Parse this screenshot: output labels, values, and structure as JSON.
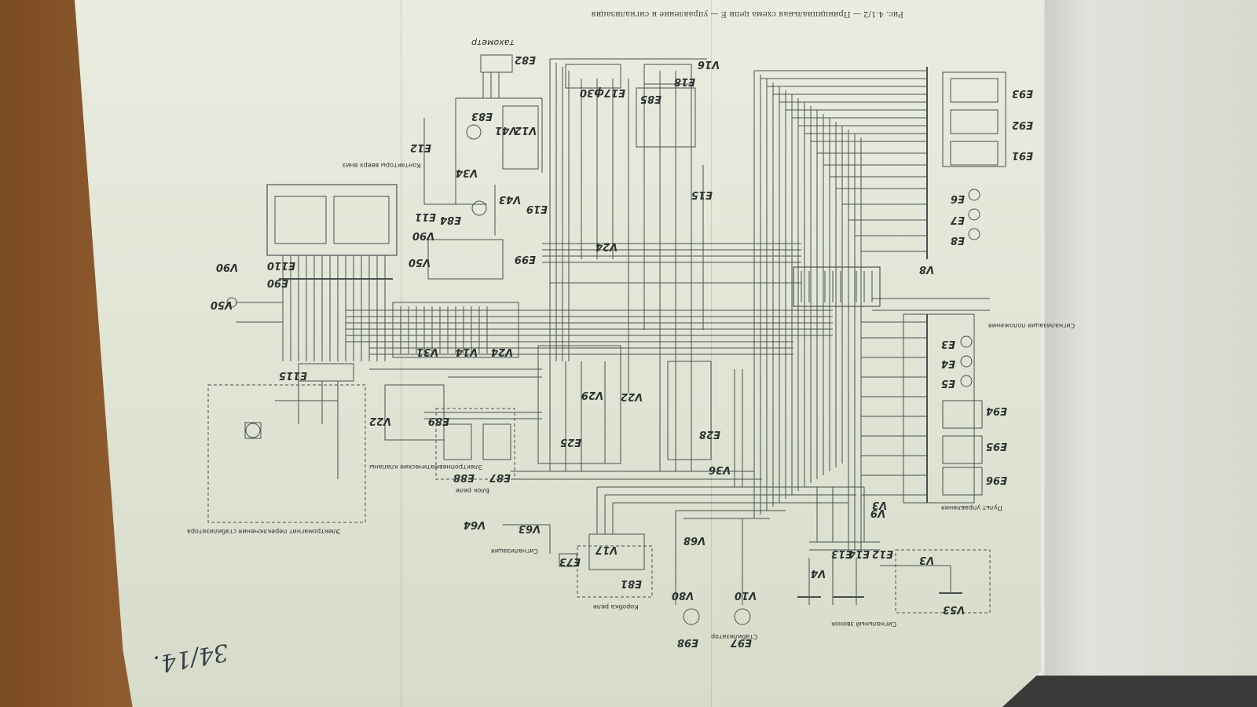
{
  "caption": "Рис. 4.1/2 — Принципиальная схема цепи Е — управление и сигнализация",
  "handwritten_note": "34/14.",
  "labels": {
    "tachometer": "тахометр",
    "contactors": "Контакторы вверх вниз",
    "electromagnetic_stabilizer": "Электромагнит переключения стабилизатора",
    "stabilizer_motor": "Стабилизатор",
    "signal_lamps": "Сигнализация",
    "control_panel": "Пульт управления",
    "relay_box": "Коробка реле",
    "electrovalve": "Электропневматические клапаны",
    "signalization_position": "Сигнализация положения",
    "signal_bell": "Сигнальный звонок",
    "closers": "Блок реле"
  },
  "components": [
    {
      "id": "E82",
      "text": "E82"
    },
    {
      "id": "E83",
      "text": "E83"
    },
    {
      "id": "E12",
      "text": "E12"
    },
    {
      "id": "V41",
      "text": "V41"
    },
    {
      "id": "V12",
      "text": "V12"
    },
    {
      "id": "V34",
      "text": "V34"
    },
    {
      "id": "E84",
      "text": "E84"
    },
    {
      "id": "E11",
      "text": "E11"
    },
    {
      "id": "V43",
      "text": "V43"
    },
    {
      "id": "E19",
      "text": "E19"
    },
    {
      "id": "E17",
      "text": "E17ф30"
    },
    {
      "id": "E85",
      "text": "E85"
    },
    {
      "id": "E18",
      "text": "E18"
    },
    {
      "id": "V16",
      "text": "V16"
    },
    {
      "id": "E15",
      "text": "E15"
    },
    {
      "id": "V24",
      "text": "V24"
    },
    {
      "id": "E99",
      "text": "E99"
    },
    {
      "id": "V50",
      "text": "V50"
    },
    {
      "id": "V90",
      "text": "V90"
    },
    {
      "id": "E110",
      "text": "E110"
    },
    {
      "id": "E90",
      "text": "E90"
    },
    {
      "id": "V50b",
      "text": "V50"
    },
    {
      "id": "V90b",
      "text": "V90"
    },
    {
      "id": "E115",
      "text": "E115"
    },
    {
      "id": "V31",
      "text": "V31"
    },
    {
      "id": "V14",
      "text": "V14"
    },
    {
      "id": "V24b",
      "text": "V24"
    },
    {
      "id": "E89",
      "text": "E89"
    },
    {
      "id": "V22",
      "text": "V22"
    },
    {
      "id": "V29",
      "text": "V29"
    },
    {
      "id": "V22b",
      "text": "V22"
    },
    {
      "id": "E28",
      "text": "E28"
    },
    {
      "id": "E25",
      "text": "E25"
    },
    {
      "id": "V36",
      "text": "V36"
    },
    {
      "id": "E88",
      "text": "E88"
    },
    {
      "id": "E87",
      "text": "E87"
    },
    {
      "id": "V63",
      "text": "V63"
    },
    {
      "id": "V64",
      "text": "V64"
    },
    {
      "id": "E73",
      "text": "E73"
    },
    {
      "id": "E81",
      "text": "E81"
    },
    {
      "id": "V17",
      "text": "V17"
    },
    {
      "id": "V68",
      "text": "V68"
    },
    {
      "id": "V80",
      "text": "V80"
    },
    {
      "id": "V10",
      "text": "V10"
    },
    {
      "id": "E98",
      "text": "E98"
    },
    {
      "id": "E97",
      "text": "E97"
    },
    {
      "id": "V4",
      "text": "V4"
    },
    {
      "id": "E13",
      "text": "E13"
    },
    {
      "id": "E14",
      "text": "E14"
    },
    {
      "id": "E12b",
      "text": "E12"
    },
    {
      "id": "V3",
      "text": "V3"
    },
    {
      "id": "V53",
      "text": "V53"
    },
    {
      "id": "V9",
      "text": "V9"
    },
    {
      "id": "E93",
      "text": "E93"
    },
    {
      "id": "E92",
      "text": "E92"
    },
    {
      "id": "E91",
      "text": "E91"
    },
    {
      "id": "E3",
      "text": "E3"
    },
    {
      "id": "E4",
      "text": "E4"
    },
    {
      "id": "E5",
      "text": "E5"
    },
    {
      "id": "E94",
      "text": "E94"
    },
    {
      "id": "E95",
      "text": "E95"
    },
    {
      "id": "E96",
      "text": "E96"
    },
    {
      "id": "E6",
      "text": "E6"
    },
    {
      "id": "E7",
      "text": "E7"
    },
    {
      "id": "E8",
      "text": "E8"
    },
    {
      "id": "V8",
      "text": "V8"
    },
    {
      "id": "V3b",
      "text": "V3"
    }
  ],
  "colors": {
    "paper": "#e3e6d8",
    "ink": "#2d3230",
    "wood": "#8c5a2c"
  }
}
